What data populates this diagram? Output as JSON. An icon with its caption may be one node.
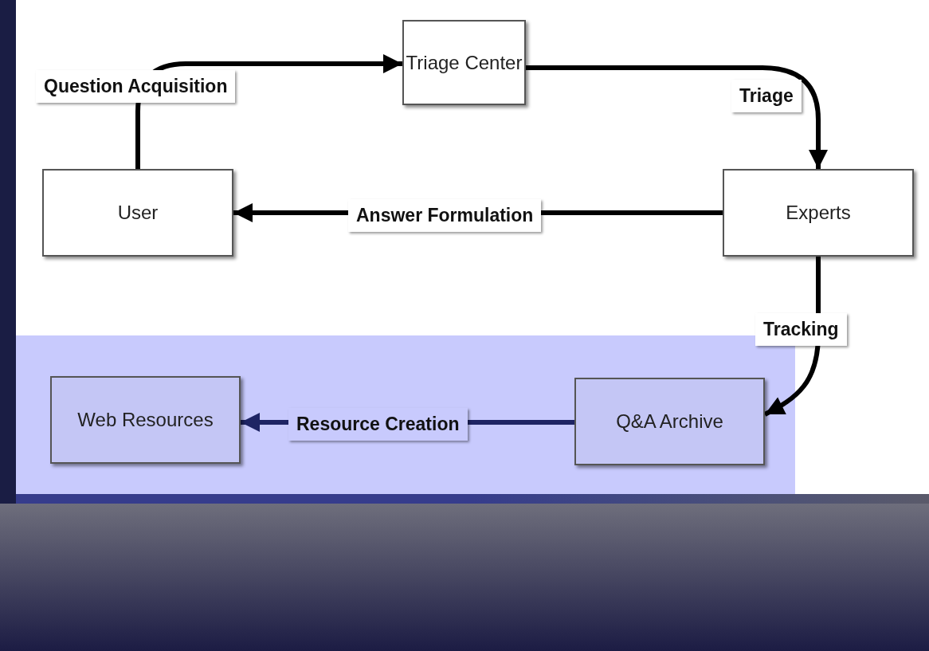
{
  "diagram": {
    "nodes": [
      {
        "text": [
          "Triage Center"
        ]
      },
      {
        "text": [
          "Experts"
        ]
      },
      {
        "text": [
          "User"
        ]
      },
      {
        "text": [
          "Web Resources"
        ]
      },
      {
        "text": [
          "Q&A Archive"
        ]
      }
    ],
    "edges": [
      {
        "from": 2,
        "to": 0,
        "arrow": "to",
        "label": "Question Acquisition"
      },
      {
        "from": 0,
        "to": 1,
        "arrow": "to",
        "label": "Triage"
      },
      {
        "from": 1,
        "to": 2,
        "arrow": "to",
        "label": "Answer Formulation"
      },
      {
        "from": 1,
        "to": 4,
        "arrow": "to",
        "label": "Tracking"
      },
      {
        "from": 4,
        "to": 3,
        "arrow": "to",
        "label": "Resource Creation",
        "color": "#1e2464"
      }
    ]
  }
}
